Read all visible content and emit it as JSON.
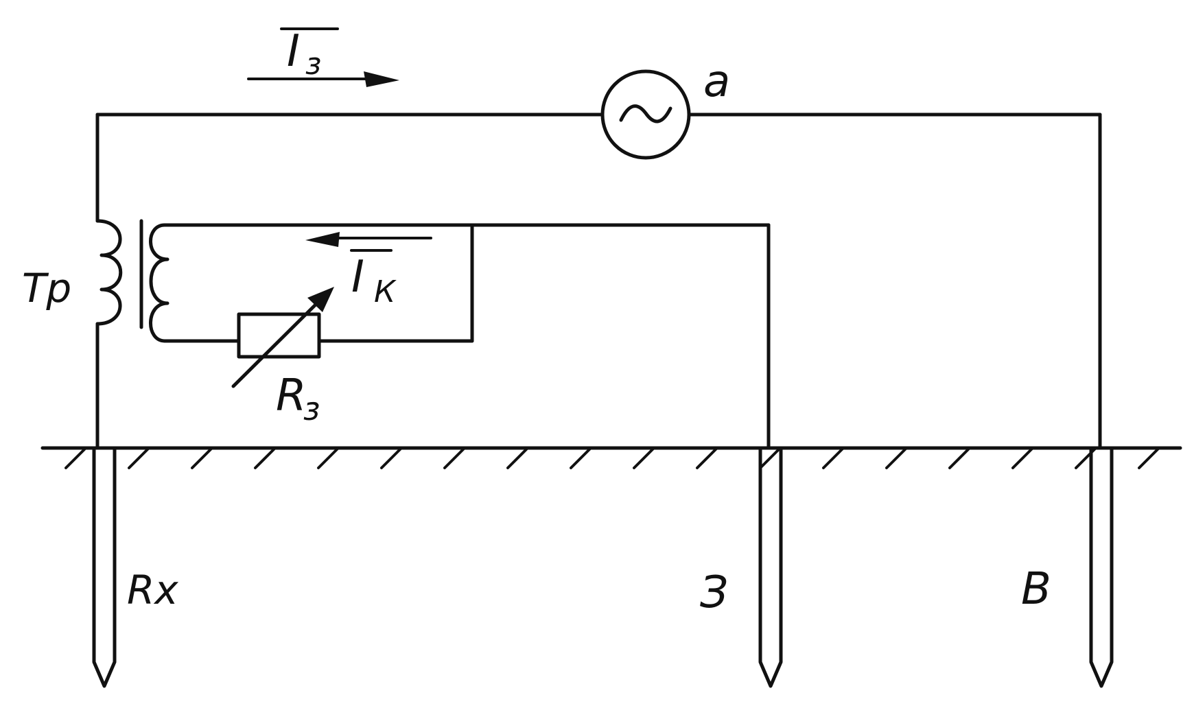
{
  "labels": {
    "current_main": "I",
    "current_main_sub": "з",
    "generator": "a",
    "transformer": "Тр",
    "current_comp": "I",
    "current_comp_sub": "К",
    "resistor": "R",
    "resistor_sub": "з",
    "electrode_x": "Rx",
    "electrode_z": "З",
    "electrode_v": "В"
  },
  "colors": {
    "ink": "#111111",
    "background": "#ffffff"
  }
}
